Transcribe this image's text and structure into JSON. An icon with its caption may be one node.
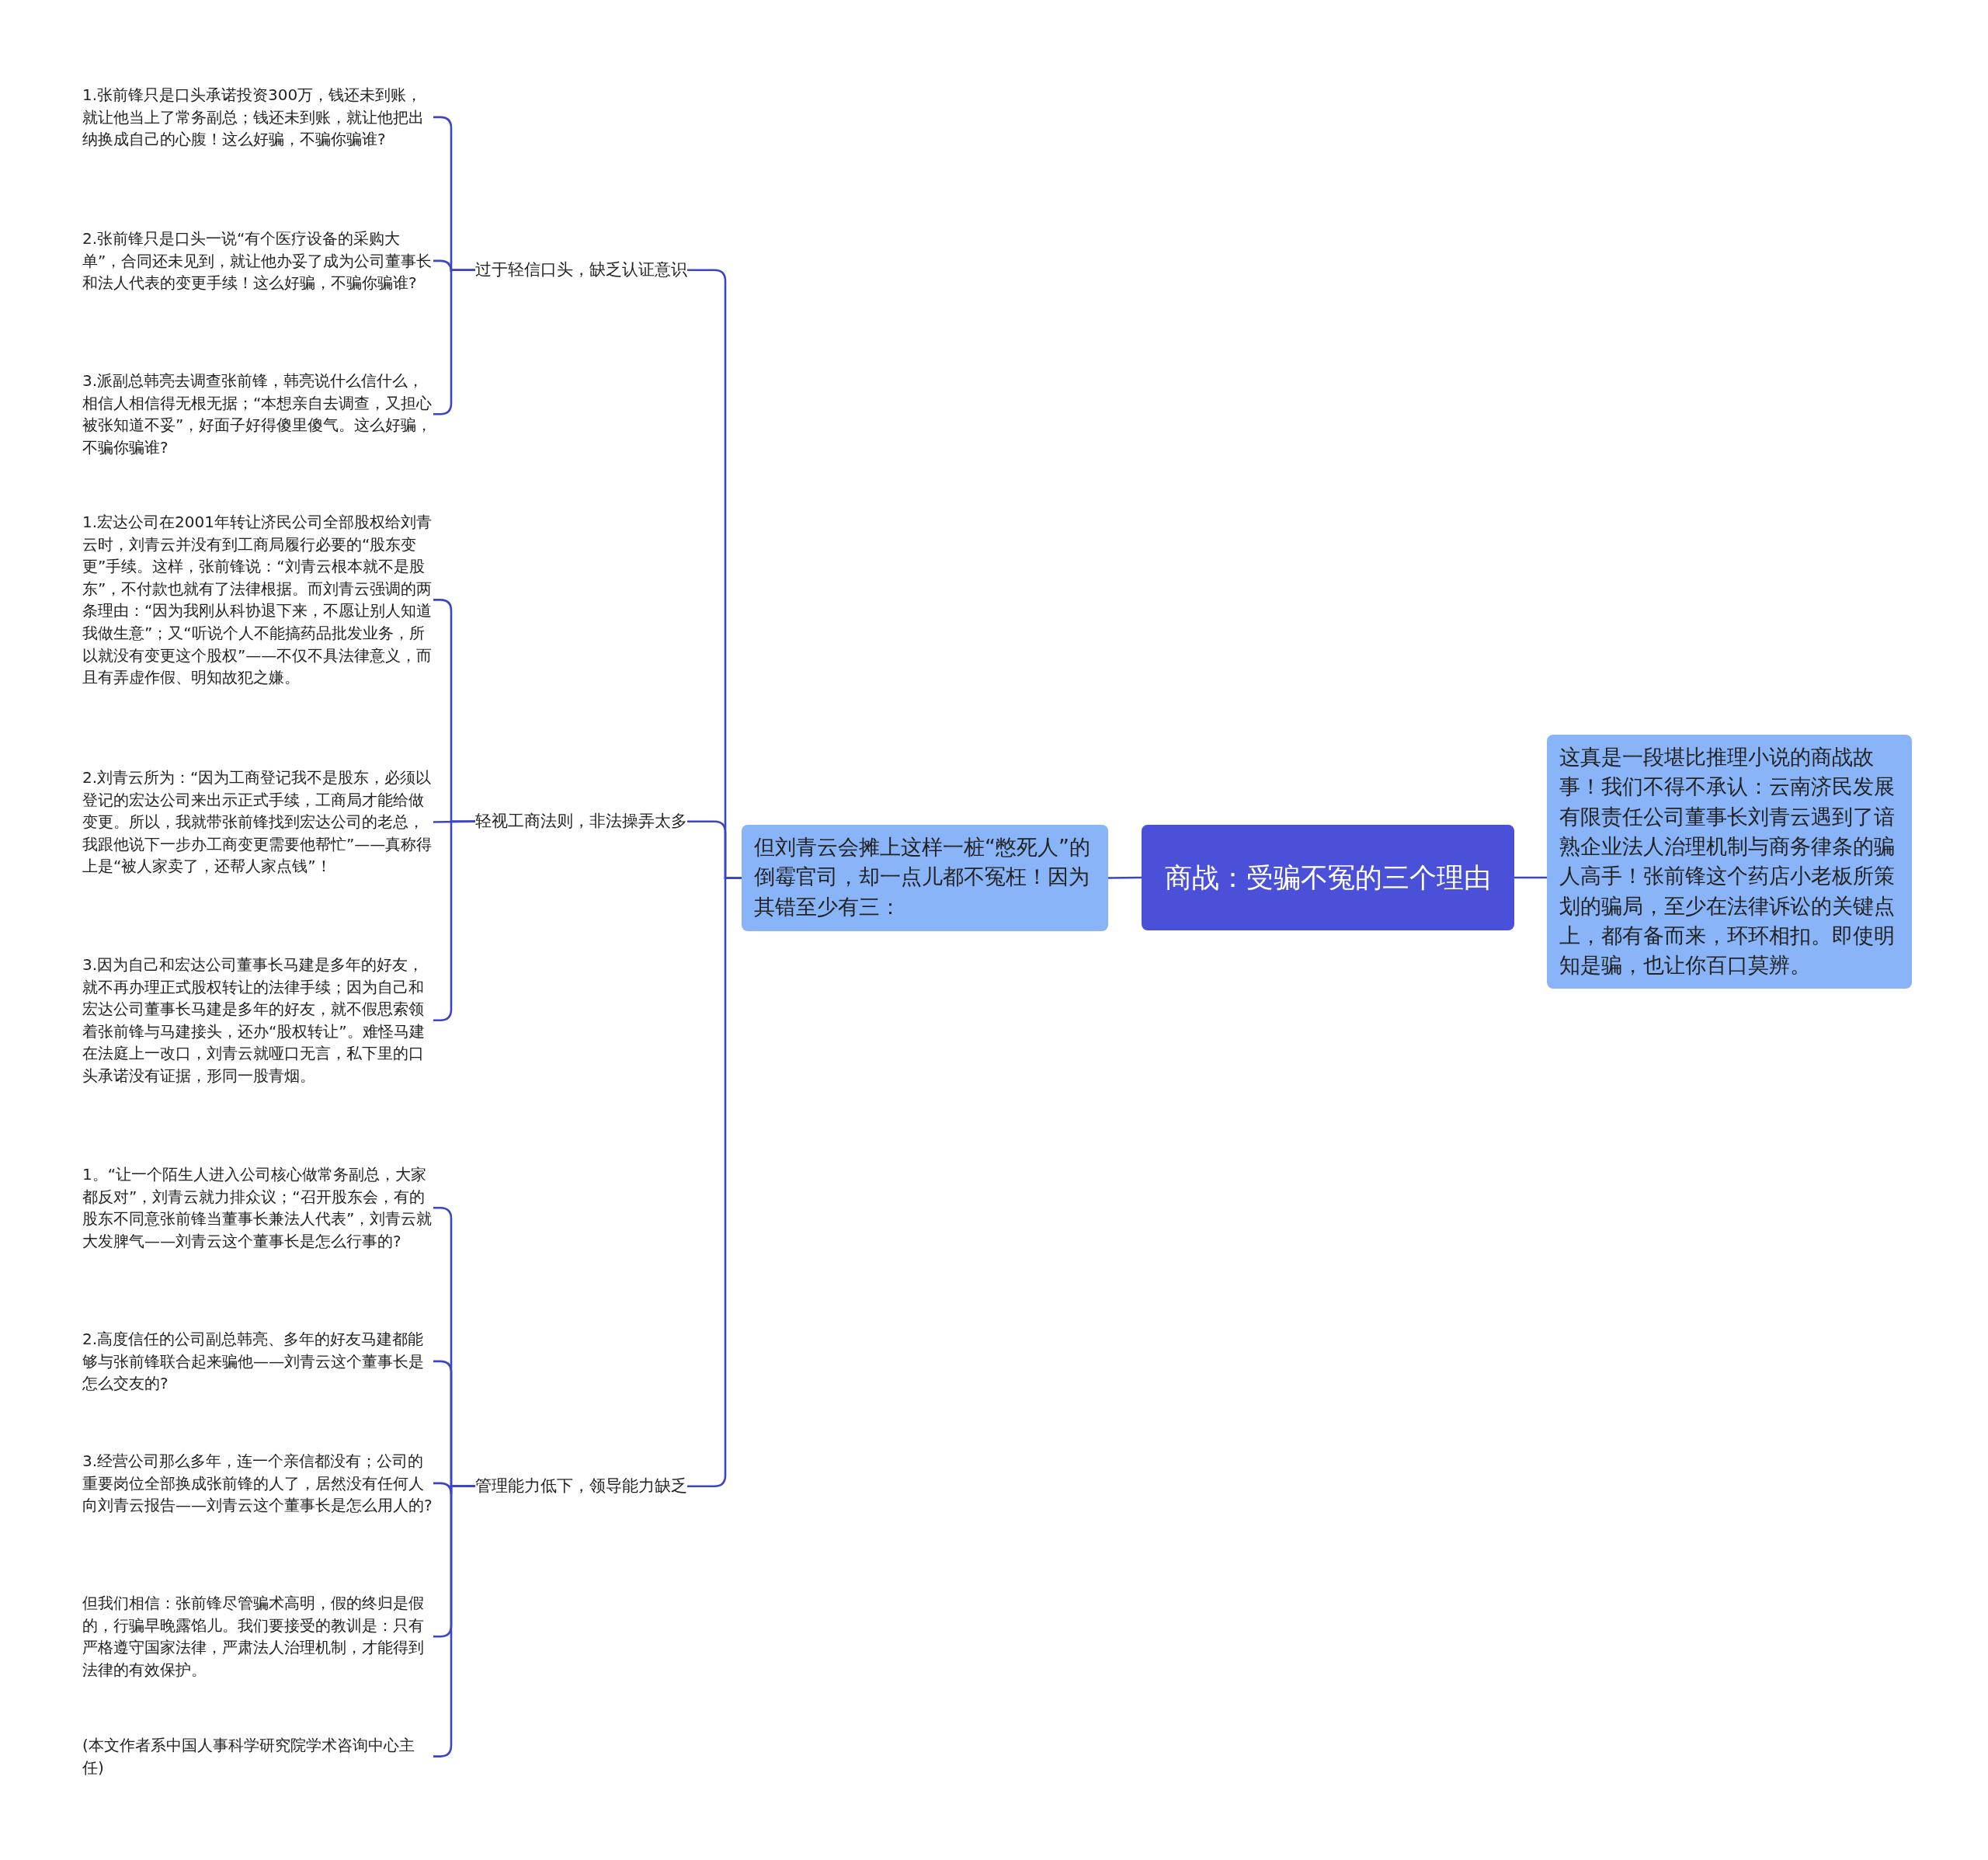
{
  "diagram": {
    "nodes": [
      {
        "text": [
          "商战：受骗不冤的三个理由"
        ]
      },
      {
        "text": [
          "这真是一段堪比推理小说的商战故事！我们不得不承认：云南济民发展有限责任公司董事长刘青云遇到了谙熟企业法人治理机制与商务律条的骗人高手！张前锋这个药店小老板所策划的骗局，至少在法律诉讼的关键点上，都有备而来，环环相扣。即使明知是骗，也让你百口莫辨。"
        ]
      },
      {
        "text": [
          "但刘青云会摊上这样一桩“憋死人”的倒霉官司，却一点儿都不冤枉！因为其错至少有三："
        ]
      },
      {
        "text": [
          "过于轻信口头，缺乏认证意识"
        ]
      },
      {
        "text": [
          "1.张前锋只是口头承诺投资300万，钱还未到账，就让他当上了常务副总；钱还未到账，就让他把出纳换成自己的心腹！这么好骗，不骗你骗谁?"
        ]
      },
      {
        "text": [
          "2.张前锋只是口头一说“有个医疗设备的采购大单”，合同还未见到，就让他办妥了成为公司董事长和法人代表的变更手续！这么好骗，不骗你骗谁?"
        ]
      },
      {
        "text": [
          "3.派副总韩亮去调查张前锋，韩亮说什么信什么，相信人相信得无根无据；“本想亲自去调查，又担心被张知道不妥”，好面子好得傻里傻气。这么好骗，不骗你骗谁?"
        ]
      },
      {
        "text": [
          "轻视工商法则，非法操弄太多"
        ]
      },
      {
        "text": [
          "1.宏达公司在2001年转让济民公司全部股权给刘青云时，刘青云并没有到工商局履行必要的“股东变更”手续。这样，张前锋说：“刘青云根本就不是股东”，不付款也就有了法律根据。而刘青云强调的两条理由：“因为我刚从科协退下来，不愿让别人知道我做生意”；又“听说个人不能搞药品批发业务，所以就没有变更这个股权”——不仅不具法律意义，而且有弄虚作假、明知故犯之嫌。"
        ]
      },
      {
        "text": [
          "2.刘青云所为：“因为工商登记我不是股东，必须以登记的宏达公司来出示正式手续，工商局才能给做变更。所以，我就带张前锋找到宏达公司的老总，我跟他说下一步办工商变更需要他帮忙”——真称得上是“被人家卖了，还帮人家点钱”！"
        ]
      },
      {
        "text": [
          "3.因为自己和宏达公司董事长马建是多年的好友，就不再办理正式股权转让的法律手续；因为自己和宏达公司董事长马建是多年的好友，就不假思索领着张前锋与马建接头，还办“股权转让”。难怪马建在法庭上一改口，刘青云就哑口无言，私下里的口头承诺没有证据，形同一股青烟。"
        ]
      },
      {
        "text": [
          "管理能力低下，领导能力缺乏"
        ]
      },
      {
        "text": [
          "1。“让一个陌生人进入公司核心做常务副总，大家都反对”，刘青云就力排众议；“召开股东会，有的股东不同意张前锋当董事长兼法人代表”，刘青云就大发脾气——刘青云这个董事长是怎么行事的?"
        ]
      },
      {
        "text": [
          "2.高度信任的公司副总韩亮、多年的好友马建都能够与张前锋联合起来骗他——刘青云这个董事长是怎么交友的?"
        ]
      },
      {
        "text": [
          "3.经营公司那么多年，连一个亲信都没有；公司的重要岗位全部换成张前锋的人了，居然没有任何人向刘青云报告——刘青云这个董事长是怎么用人的?"
        ]
      },
      {
        "text": [
          "但我们相信：张前锋尽管骗术高明，假的终归是假的，行骗早晚露馅儿。我们要接受的教训是：只有严格遵守国家法律，严肃法人治理机制，才能得到法律的有效保护。"
        ]
      },
      {
        "text": [
          "(本文作者系中国人事科学研究院学术咨询中心主任)"
        ]
      }
    ],
    "edges": [
      {
        "from": 0,
        "to": 1,
        "arrow": "none"
      },
      {
        "from": 0,
        "to": 2,
        "arrow": "none"
      },
      {
        "from": 2,
        "to": 3,
        "arrow": "none"
      },
      {
        "from": 2,
        "to": 7,
        "arrow": "none"
      },
      {
        "from": 2,
        "to": 11,
        "arrow": "none"
      },
      {
        "from": 3,
        "to": 4,
        "arrow": "none"
      },
      {
        "from": 3,
        "to": 5,
        "arrow": "none"
      },
      {
        "from": 3,
        "to": 6,
        "arrow": "none"
      },
      {
        "from": 7,
        "to": 8,
        "arrow": "none"
      },
      {
        "from": 7,
        "to": 9,
        "arrow": "none"
      },
      {
        "from": 7,
        "to": 10,
        "arrow": "none"
      },
      {
        "from": 11,
        "to": 12,
        "arrow": "none"
      },
      {
        "from": 11,
        "to": 13,
        "arrow": "none"
      },
      {
        "from": 11,
        "to": 14,
        "arrow": "none"
      },
      {
        "from": 11,
        "to": 15,
        "arrow": "none"
      },
      {
        "from": 11,
        "to": 16,
        "arrow": "none"
      }
    ]
  }
}
